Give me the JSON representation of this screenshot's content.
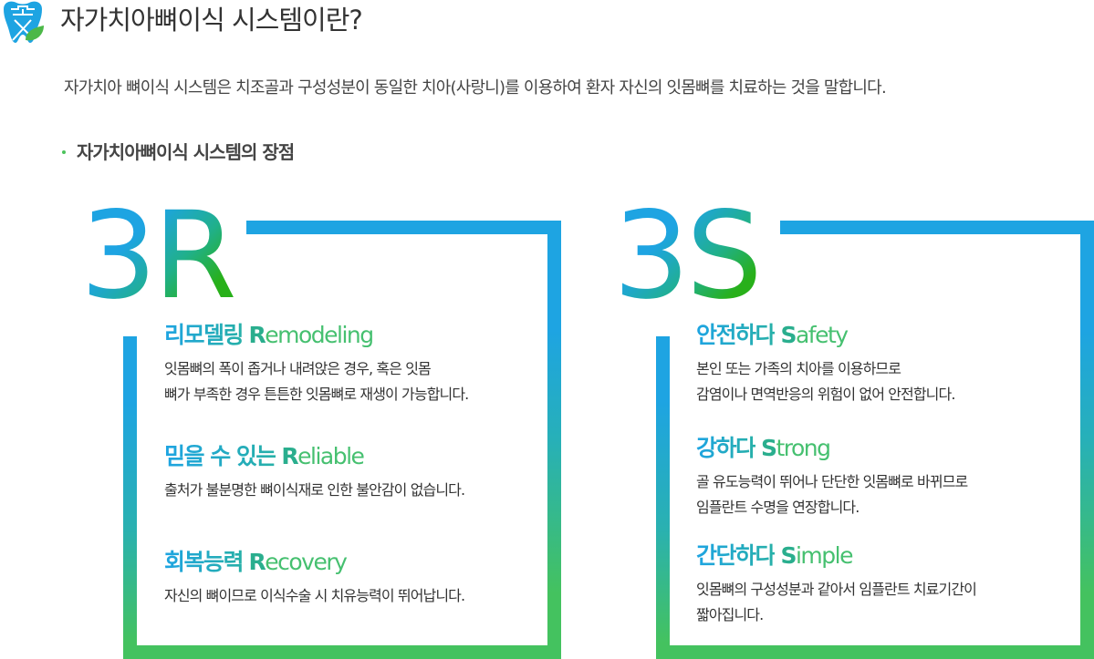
{
  "header": {
    "logo_icon": "tooth-leaf-icon",
    "title": "자가치아뼈이식 시스템이란?"
  },
  "intro": "자가치아 뼈이식 시스템은 치조골과 구성성분이 동일한 치아(사랑니)를 이용하여 환자 자신의 잇몸뼈를 치료하는 것을 말합니다.",
  "subtitle": "자가치아뼈이식 시스템의 장점",
  "colors": {
    "blue": "#1ea4e2",
    "green": "#44c25f",
    "text": "#333333"
  },
  "panels": [
    {
      "badge": "3R",
      "items": [
        {
          "title_ko": "리모델링",
          "title_cap": "R",
          "title_rest": "emodeling",
          "lines": [
            "잇몸뼈의 폭이 좁거나 내려앉은 경우, 혹은  잇몸",
            "뼈가 부족한 경우 튼튼한 잇몸뼈로 재생이 가능합니다."
          ]
        },
        {
          "title_ko": "믿을 수 있는",
          "title_cap": "R",
          "title_rest": "eliable",
          "lines": [
            "출처가 불분명한 뼈이식재로 인한 불안감이 없습니다."
          ]
        },
        {
          "title_ko": "회복능력",
          "title_cap": "R",
          "title_rest": "ecovery",
          "lines": [
            "자신의 뼈이므로 이식수술 시 치유능력이 뛰어납니다."
          ]
        }
      ]
    },
    {
      "badge": "3S",
      "items": [
        {
          "title_ko": "안전하다",
          "title_cap": "S",
          "title_rest": "afety",
          "lines": [
            "본인 또는 가족의 치아를 이용하므로",
            "감염이나 면역반응의 위험이 없어 안전합니다."
          ]
        },
        {
          "title_ko": "강하다",
          "title_cap": "S",
          "title_rest": "trong",
          "lines": [
            "골 유도능력이 뛰어나 단단한 잇몸뼈로 바뀌므로",
            "임플란트 수명을 연장합니다."
          ]
        },
        {
          "title_ko": "간단하다",
          "title_cap": "S",
          "title_rest": "imple",
          "lines": [
            "잇몸뼈의 구성성분과 같아서 임플란트 치료기간이",
            "짧아집니다."
          ]
        }
      ]
    }
  ]
}
